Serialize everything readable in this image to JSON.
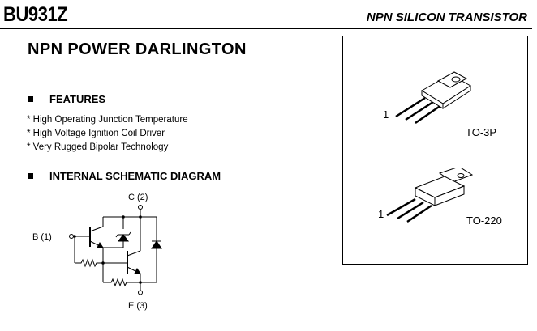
{
  "header": {
    "part_number": "BU931Z",
    "category": "NPN SILICON TRANSISTOR"
  },
  "title": "NPN POWER DARLINGTON",
  "features": {
    "heading": "FEATURES",
    "items": [
      "* High Operating Junction Temperature",
      "* High Voltage Ignition Coil Driver",
      "* Very Rugged Bipolar Technology"
    ]
  },
  "schematic": {
    "heading": "INTERNAL SCHEMATIC DIAGRAM",
    "pins": {
      "collector": "C (2)",
      "base": "B (1)",
      "emitter": "E (3)"
    }
  },
  "packages": [
    {
      "name": "TO-3P",
      "pin_marker": "1"
    },
    {
      "name": "TO-220",
      "pin_marker": "1"
    }
  ]
}
